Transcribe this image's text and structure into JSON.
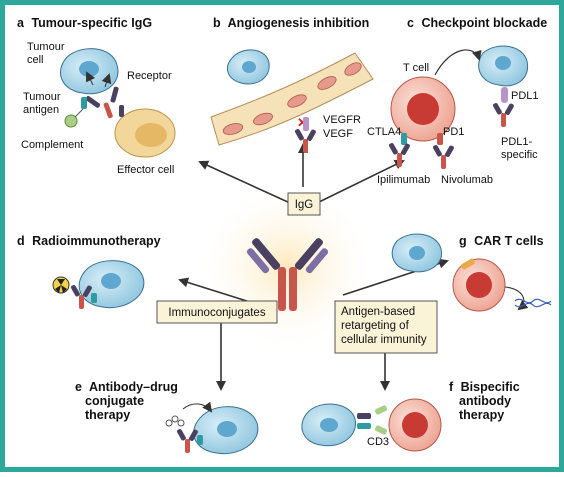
{
  "palette": {
    "frame": "#2fa89c",
    "cell_blue": "#a9d6ea",
    "nucleus_blue": "#5fa7cf",
    "tcell_pink": "#f6c2b6",
    "tcell_nucleus": "#c83a34",
    "vessel_red": "#e59a8c",
    "effector_yellow": "#f3d79a",
    "antibody_purple": "#4a4160",
    "antibody_red": "#c8554b",
    "teal": "#2f9aa0",
    "box_fill": "#fbf3d8"
  },
  "center": {
    "igg_label": "IgG",
    "immunoconjugates_label": "Immunoconjugates",
    "retargeting_lines": [
      "Antigen-based",
      "retargeting of",
      "cellular immunity"
    ]
  },
  "panels": {
    "a": {
      "letter": "a",
      "title": "Tumour-specific IgG",
      "tumour_cell": [
        "Tumour",
        "cell"
      ],
      "receptor": "Receptor",
      "tumour_antigen": [
        "Tumour",
        "antigen"
      ],
      "complement": "Complement",
      "effector_cell": "Effector cell"
    },
    "b": {
      "letter": "b",
      "title": "Angiogenesis inhibition",
      "vegfr": "VEGFR",
      "vegf": "VEGF"
    },
    "c": {
      "letter": "c",
      "title": "Checkpoint blockade",
      "t_cell": "T cell",
      "pdl1": "PDL1",
      "ctla4": "CTLA4",
      "pd1": "PD1",
      "pdl1_specific": [
        "PDL1-",
        "specific"
      ],
      "ipilimumab": "Ipilimumab",
      "nivolumab": "Nivolumab"
    },
    "d": {
      "letter": "d",
      "title": "Radioimmunotherapy"
    },
    "e": {
      "letter": "e",
      "title_lines": [
        "Antibody–drug",
        "conjugate",
        "therapy"
      ]
    },
    "f": {
      "letter": "f",
      "title_lines": [
        "Bispecific",
        "antibody",
        "therapy"
      ],
      "cd3": "CD3"
    },
    "g": {
      "letter": "g",
      "title": "CAR T cells"
    }
  }
}
